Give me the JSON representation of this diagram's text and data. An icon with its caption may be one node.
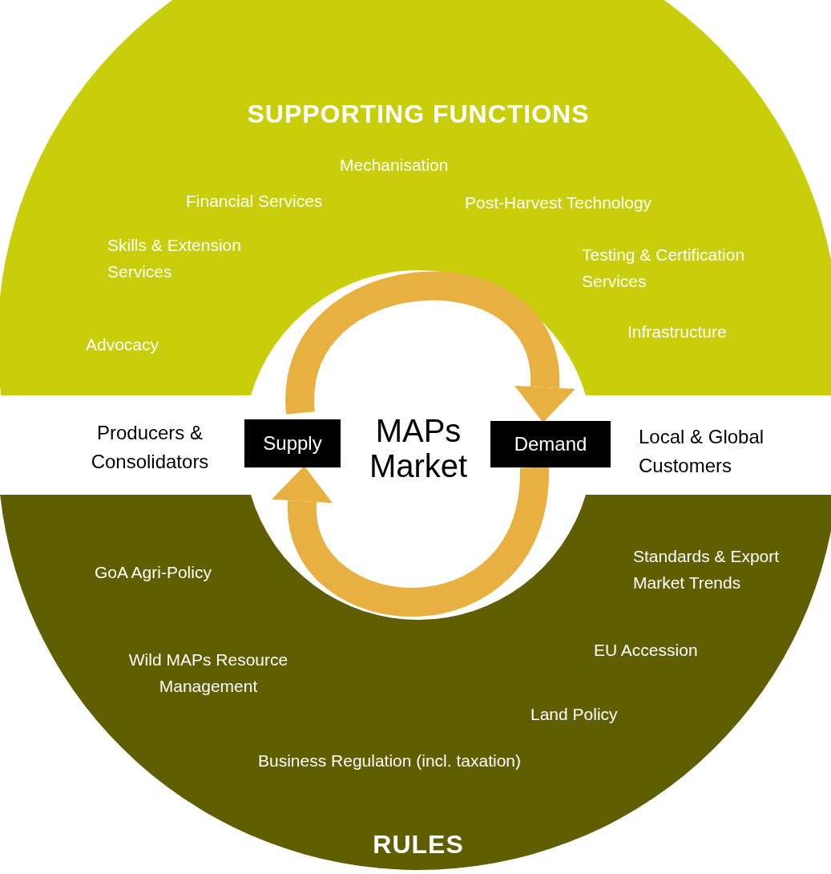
{
  "diagram": {
    "nodes": [
      {
        "text": [
          "SUPPORTING FUNCTIONS",
          "Mechanisation",
          "Financial Services",
          "Post-Harvest Technology",
          "Skills & Extension Services",
          "Testing & Certification Services",
          "Advocacy",
          "Infrastructure"
        ]
      },
      {
        "text": [
          "GoA Agri-Policy",
          "Standards & Export Market Trends",
          "Wild MAPs Resource Management",
          "EU Accession",
          "Land Policy",
          "Business Regulation (incl. taxation)",
          "RULES"
        ]
      },
      {
        "text": [
          "MAPs Market"
        ]
      },
      {
        "text": [
          "Supply"
        ]
      },
      {
        "text": [
          "Demand"
        ]
      }
    ],
    "edges": [
      {
        "from": 3,
        "to": 4,
        "arrow": "to"
      },
      {
        "from": 4,
        "to": 3,
        "arrow": "to"
      }
    ],
    "labels": [
      "Producers & Consolidators",
      "Local & Global Customers"
    ]
  }
}
